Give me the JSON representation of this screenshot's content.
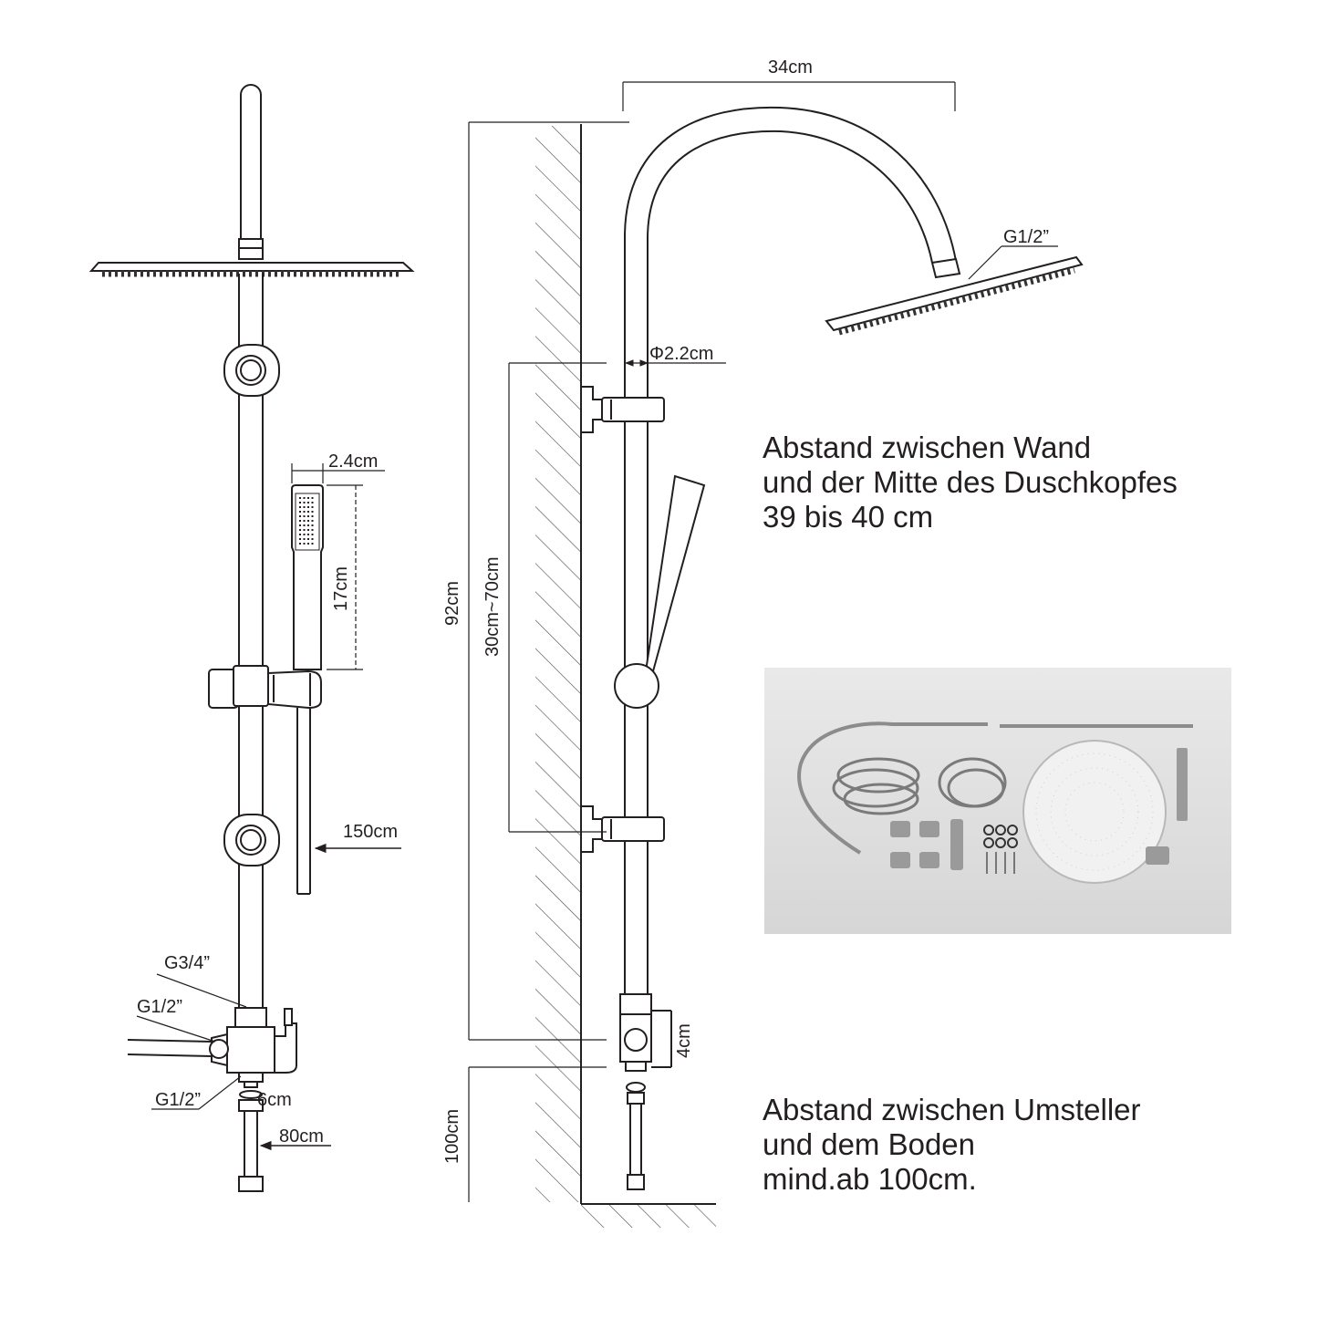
{
  "front_view": {
    "handshower_width": "2.4cm",
    "handshower_length": "17cm",
    "shower_hose": "150cm",
    "thread_top": "G3/4”",
    "thread_side": "G1/2”",
    "thread_bottom": "G1/2”",
    "diverter_height": "6cm",
    "connection_hose": "80cm"
  },
  "side_view": {
    "arm_reach": "34cm",
    "head_thread": "G1/2”",
    "pipe_diameter": "Φ2.2cm",
    "total_height": "92cm",
    "bracket_spacing": "30cm~70cm",
    "diverter_height": "4cm",
    "floor_distance": "100cm"
  },
  "note_wall": {
    "line1": "Abstand zwischen Wand",
    "line2": "und der Mitte des Duschkopfes",
    "line3": "39 bis 40 cm"
  },
  "note_floor": {
    "line1": "Abstand zwischen Umsteller",
    "line2": "und dem Boden",
    "line3": "mind.ab 100cm."
  }
}
